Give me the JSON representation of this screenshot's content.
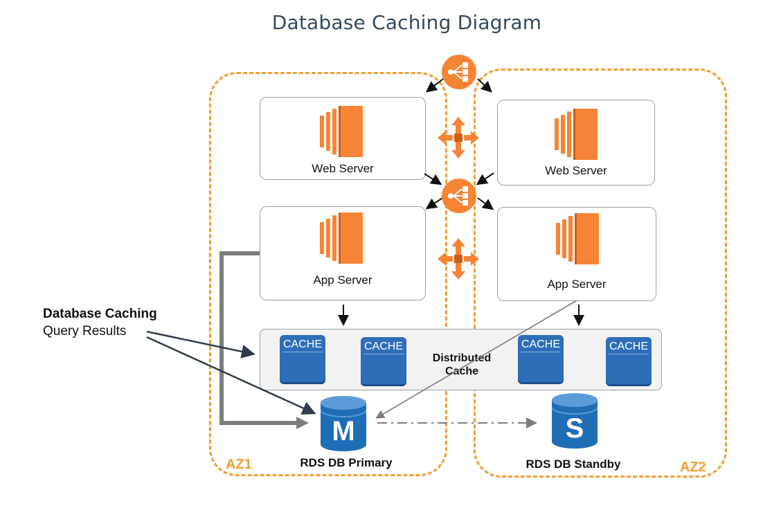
{
  "title": "Database Caching Diagram",
  "zones": {
    "az1": "AZ1",
    "az2": "AZ2"
  },
  "web_server_label": "Web Server",
  "app_server_label": "App Server",
  "cache_label": "CACHE",
  "distributed_cache": {
    "line1": "Distributed",
    "line2": "Cache"
  },
  "db_primary": {
    "letter": "M",
    "label": "RDS DB Primary"
  },
  "db_standby": {
    "letter": "S",
    "label": "RDS DB Standby"
  },
  "callout": {
    "title": "Database Caching",
    "subtitle": "Query Results"
  },
  "colors": {
    "accent_orange": "#f29d33",
    "ec2_orange": "#f58534",
    "cache_blue": "#2e6eb8",
    "db_blue": "#1f6db5",
    "arrow_dark": "#2f3b4c",
    "arrow_gray": "#7d7d7d"
  },
  "icons": {
    "load_balancer": "load-balancer-icon",
    "ec2": "ec2-instance-icon",
    "auto_scaling": "auto-scaling-icon",
    "cache": "cache-node-icon",
    "database": "database-icon"
  }
}
